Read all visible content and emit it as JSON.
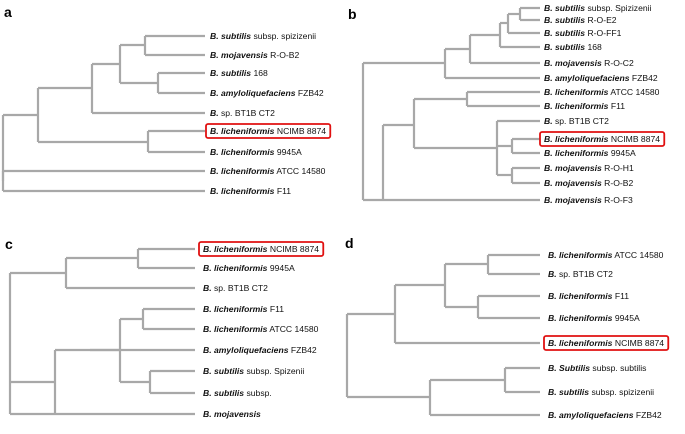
{
  "panels": [
    {
      "letter": "a",
      "taxa": [
        {
          "species": "B. subtilis",
          "strain": "subsp. spizizenii",
          "italic_strain": true
        },
        {
          "species": "B. mojavensis",
          "strain": "R-O-B2"
        },
        {
          "species": "B. subtilis",
          "strain": "168"
        },
        {
          "species": "B. amyloliquefaciens",
          "strain": "FZB42"
        },
        {
          "species": "B.",
          "strain": "sp. BT1B CT2"
        },
        {
          "species": "B. licheniformis",
          "strain": "NCIMB 8874",
          "highlight": true
        },
        {
          "species": "B. licheniformis",
          "strain": "9945A"
        },
        {
          "species": "B. licheniformis",
          "strain": "ATCC 14580"
        },
        {
          "species": "B. licheniformis",
          "strain": "F11"
        }
      ]
    },
    {
      "letter": "b",
      "taxa": [
        {
          "species": "B. subtilis",
          "strain": "subsp. Spizizenii",
          "italic_strain": true
        },
        {
          "species": "B. subtilis",
          "strain": "R-O-E2"
        },
        {
          "species": "B. subtilis",
          "strain": "R-O-FF1"
        },
        {
          "species": "B. subtilis",
          "strain": "168"
        },
        {
          "species": "B. mojavensis",
          "strain": "R-O-C2"
        },
        {
          "species": "B. amyloliquefaciens",
          "strain": "FZB42"
        },
        {
          "species": "B. licheniformis",
          "strain": "ATCC 14580"
        },
        {
          "species": "B. licheniformis",
          "strain": "F11"
        },
        {
          "species": "B.",
          "strain": "sp. BT1B CT2"
        },
        {
          "species": "B. licheniformis",
          "strain": "NCIMB 8874",
          "highlight": true
        },
        {
          "species": "B. licheniformis",
          "strain": "9945A"
        },
        {
          "species": "B. mojavensis",
          "strain": "R-O-H1"
        },
        {
          "species": "B. mojavensis",
          "strain": "R-O-B2"
        },
        {
          "species": "B. mojavensis",
          "strain": "R-O-F3"
        }
      ]
    },
    {
      "letter": "c",
      "taxa": [
        {
          "species": "B. licheniformis",
          "strain": "NCIMB 8874",
          "highlight": true
        },
        {
          "species": "B. licheniformis",
          "strain": "9945A"
        },
        {
          "species": "B.",
          "strain": "sp. BT1B CT2"
        },
        {
          "species": "B. licheniformis",
          "strain": "F11"
        },
        {
          "species": "B. licheniformis",
          "strain": "ATCC 14580"
        },
        {
          "species": "B. amyloliquefaciens",
          "strain": "FZB42"
        },
        {
          "species": "B. subtilis",
          "strain": "subsp. Spizenii",
          "italic_strain": true
        },
        {
          "species": "B. subtilis",
          "strain": "subsp."
        },
        {
          "species": "B. mojavensis",
          "strain": ""
        }
      ]
    },
    {
      "letter": "d",
      "taxa": [
        {
          "species": "B. licheniformis",
          "strain": "ATCC 14580"
        },
        {
          "species": "B.",
          "strain": "sp. BT1B CT2"
        },
        {
          "species": "B. licheniformis",
          "strain": "F11"
        },
        {
          "species": "B. licheniformis",
          "strain": "9945A"
        },
        {
          "species": "B. licheniformis",
          "strain": "NCIMB 8874",
          "highlight": true
        },
        {
          "species": "B. Subtilis",
          "strain": "subsp. subtilis",
          "italic_strain": true
        },
        {
          "species": "B. subtilis",
          "strain": "subsp. spizizenii",
          "italic_strain": true
        },
        {
          "species": "B. amyloliquefaciens",
          "strain": "FZB42"
        }
      ]
    }
  ]
}
